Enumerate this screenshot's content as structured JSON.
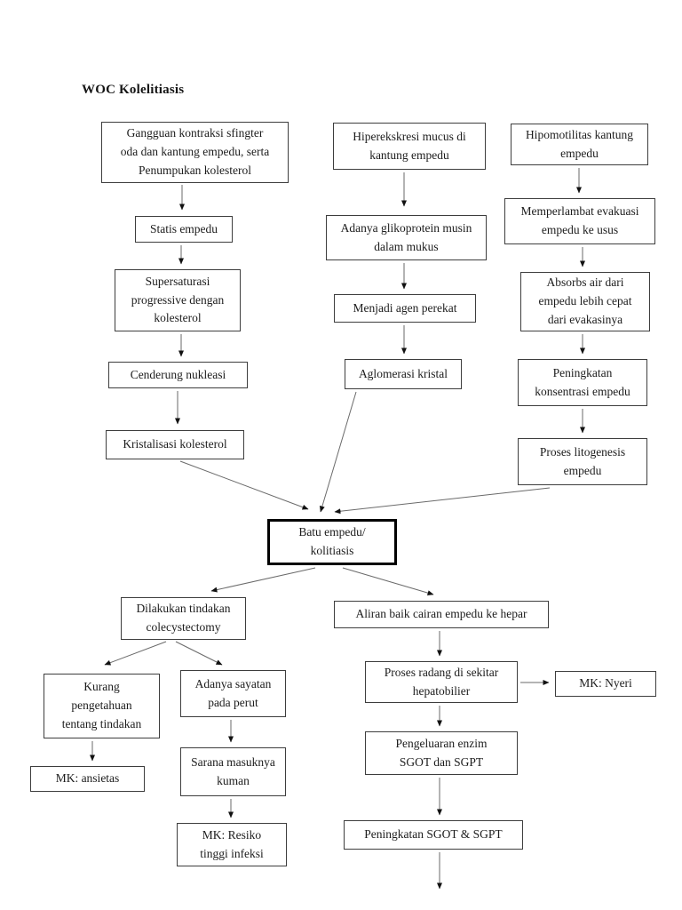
{
  "title": "WOC Kolelitiasis",
  "colors": {
    "background": "#ffffff",
    "box_border": "#3d3d3d",
    "emphasis_border": "#000000",
    "text": "#1c1c1c",
    "arrow_line": "#6a6a6a",
    "arrowhead": "#111111"
  },
  "nodes": {
    "gangguan": {
      "label": "Gangguan kontraksi sfingter\noda dan kantung empedu, serta\nPenumpukan kolesterol"
    },
    "hiperekskresi": {
      "label": "Hiperekskresi mucus di\nkantung empedu"
    },
    "hipomotilitas": {
      "label": "Hipomotilitas kantung\nempedu"
    },
    "statis": {
      "label": "Statis empedu"
    },
    "adanya_glikoprotein": {
      "label": "Adanya glikoprotein musin\ndalam mukus"
    },
    "memperlambat": {
      "label": "Memperlambat evakuasi\nempedu ke usus"
    },
    "supersaturasi": {
      "label": "Supersaturasi\nprogressive dengan\nkolesterol"
    },
    "menjadi_agen": {
      "label": "Menjadi agen perekat"
    },
    "absorbs": {
      "label": "Absorbs air dari\nempedu lebih cepat\ndari evakasinya"
    },
    "cenderung": {
      "label": "Cenderung nukleasi"
    },
    "aglomerasi": {
      "label": "Aglomerasi kristal"
    },
    "peningkatan_konsentrasi": {
      "label": "Peningkatan\nkonsentrasi empedu"
    },
    "kristalisasi": {
      "label": "Kristalisasi kolesterol"
    },
    "proses_litogenesis": {
      "label": "Proses litogenesis\nempedu"
    },
    "batu": {
      "label": "Batu empedu/\nkolitiasis"
    },
    "dilakukan": {
      "label": "Dilakukan tindakan\ncolecystectomy"
    },
    "aliran": {
      "label": "Aliran baik cairan empedu ke hepar"
    },
    "kurang": {
      "label": "Kurang\npengetahuan\ntentang tindakan"
    },
    "adanya_sayatan": {
      "label": "Adanya sayatan\npada perut"
    },
    "proses_radang": {
      "label": "Proses radang di sekitar\nhepatobilier"
    },
    "mk_nyeri": {
      "label": "MK: Nyeri"
    },
    "mk_ansietas": {
      "label": "MK: ansietas"
    },
    "sarana": {
      "label": "Sarana masuknya\nkuman"
    },
    "pengeluaran": {
      "label": "Pengeluaran enzim\nSGOT dan SGPT"
    },
    "mk_resiko": {
      "label": "MK: Resiko\ntinggi infeksi"
    },
    "peningkatan_sgot": {
      "label": "Peningkatan SGOT & SGPT"
    }
  },
  "edges": [
    {
      "from": "gangguan",
      "to": "statis"
    },
    {
      "from": "statis",
      "to": "supersaturasi"
    },
    {
      "from": "supersaturasi",
      "to": "cenderung"
    },
    {
      "from": "cenderung",
      "to": "kristalisasi"
    },
    {
      "from": "kristalisasi",
      "to": "batu"
    },
    {
      "from": "hiperekskresi",
      "to": "adanya_glikoprotein"
    },
    {
      "from": "adanya_glikoprotein",
      "to": "menjadi_agen"
    },
    {
      "from": "menjadi_agen",
      "to": "aglomerasi"
    },
    {
      "from": "aglomerasi",
      "to": "batu"
    },
    {
      "from": "hipomotilitas",
      "to": "memperlambat"
    },
    {
      "from": "memperlambat",
      "to": "absorbs"
    },
    {
      "from": "absorbs",
      "to": "peningkatan_konsentrasi"
    },
    {
      "from": "peningkatan_konsentrasi",
      "to": "proses_litogenesis"
    },
    {
      "from": "proses_litogenesis",
      "to": "batu"
    },
    {
      "from": "batu",
      "to": "dilakukan"
    },
    {
      "from": "batu",
      "to": "aliran"
    },
    {
      "from": "dilakukan",
      "to": "kurang"
    },
    {
      "from": "dilakukan",
      "to": "adanya_sayatan"
    },
    {
      "from": "kurang",
      "to": "mk_ansietas"
    },
    {
      "from": "adanya_sayatan",
      "to": "sarana"
    },
    {
      "from": "sarana",
      "to": "mk_resiko"
    },
    {
      "from": "aliran",
      "to": "proses_radang"
    },
    {
      "from": "proses_radang",
      "to": "mk_nyeri"
    },
    {
      "from": "proses_radang",
      "to": "pengeluaran"
    },
    {
      "from": "pengeluaran",
      "to": "peningkatan_sgot"
    },
    {
      "from": "peningkatan_sgot",
      "to": null
    }
  ]
}
